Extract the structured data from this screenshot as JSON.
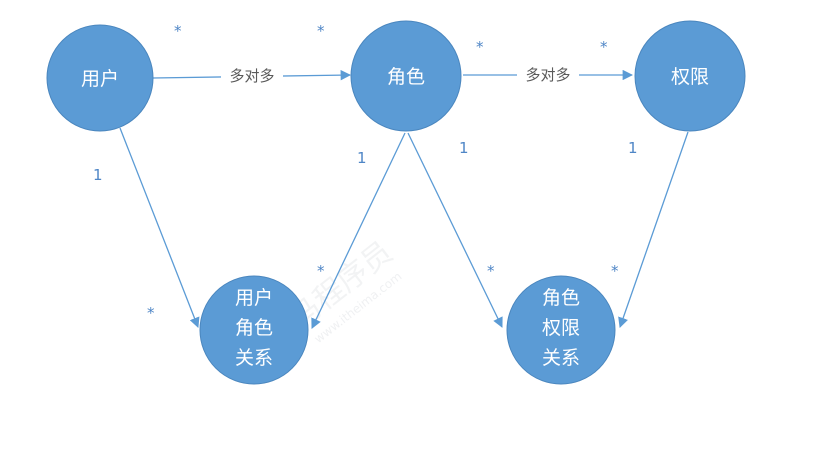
{
  "diagram": {
    "colors": {
      "node_fill": "#5b9bd5",
      "node_stroke": "#4a86be",
      "edge": "#5b9bd5",
      "multiplicity": "#4f86c6"
    },
    "nodes": {
      "user": {
        "lines": [
          "用户"
        ]
      },
      "role": {
        "lines": [
          "角色"
        ]
      },
      "permission": {
        "lines": [
          "权限"
        ]
      },
      "user_role": {
        "lines": [
          "用户",
          "角色",
          "关系"
        ]
      },
      "role_permission": {
        "lines": [
          "角色",
          "权限",
          "关系"
        ]
      }
    },
    "edges": {
      "user_role_label": "多对多",
      "role_permission_label": "多对多"
    },
    "multiplicity": {
      "many": "*",
      "one": "1"
    },
    "watermark": {
      "text": "马程序员",
      "url": "www.itheima.com"
    }
  }
}
